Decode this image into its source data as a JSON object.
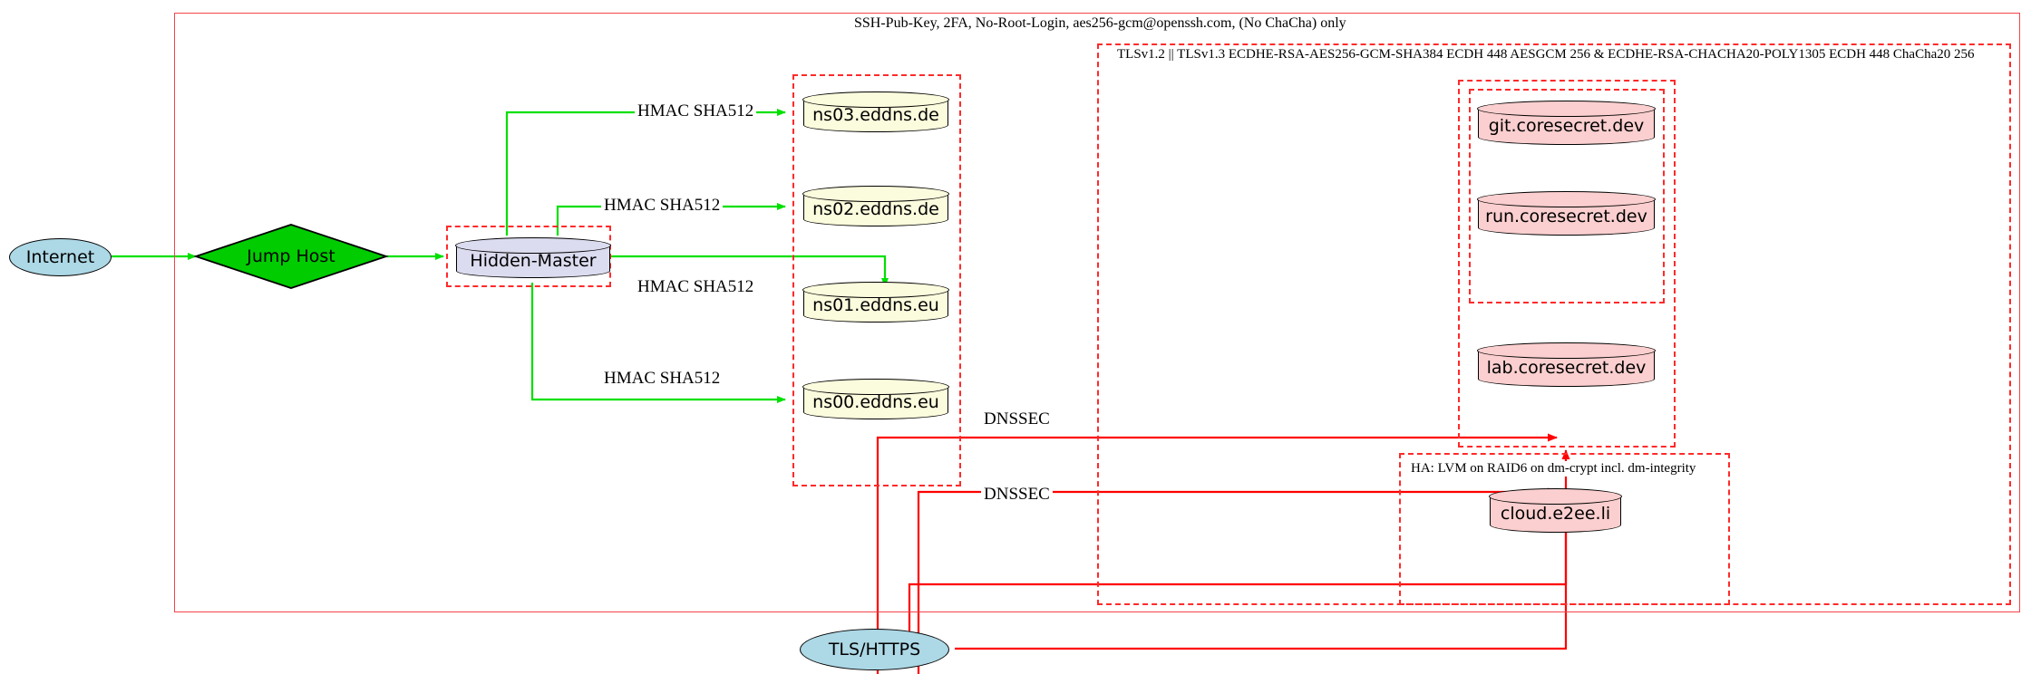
{
  "diagram": {
    "title_label": "SSH-Pub-Key, 2FA, No-Root-Login, aes256-gcm@openssh.com, (No ChaCha) only",
    "tls_label": "TLSv1.2 || TLSv1.3 ECDHE-RSA-AES256-GCM-SHA384 ECDH 448 AESGCM 256 & ECDHE-RSA-CHACHA20-POLY1305 ECDH 448 ChaCha20 256",
    "ha_label": "HA: LVM on RAID6 on dm-crypt incl. dm-integrity"
  },
  "nodes": {
    "internet": "Internet",
    "jump_host": "Jump Host",
    "hidden_master": "Hidden-Master",
    "ns03": "ns03.eddns.de",
    "ns02": "ns02.eddns.de",
    "ns01": "ns01.eddns.eu",
    "ns00": "ns00.eddns.eu",
    "git": "git.coresecret.dev",
    "run": "run.coresecret.dev",
    "lab": "lab.coresecret.dev",
    "cloud": "cloud.e2ee.li",
    "tls_https": "TLS/HTTPS"
  },
  "edge_labels": {
    "hmac_ns03": "HMAC SHA512",
    "hmac_ns02": "HMAC SHA512",
    "hmac_ns01": "HMAC SHA512",
    "hmac_ns00": "HMAC SHA512",
    "dnssec_upper": "DNSSEC",
    "dnssec_lower": "DNSSEC"
  },
  "colors": {
    "edge_green": "#00e000",
    "edge_red": "#ff0000",
    "cluster_border": "#ff2a2a",
    "outer_border": "#f4444b",
    "ellipse_fill": "#add8e6",
    "diamond_fill": "#00cc00",
    "cyl_beige": "#fbfbdd",
    "cyl_lavender": "#dcdcf0",
    "cyl_pink": "#fbcfcf"
  }
}
